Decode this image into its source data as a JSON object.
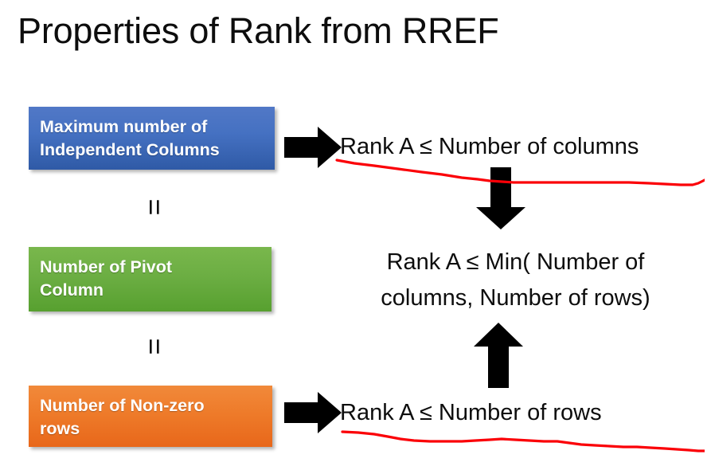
{
  "slide": {
    "title": "Properties of Rank from RREF",
    "background_color": "#ffffff"
  },
  "boxes": [
    {
      "id": "maximum-independent-columns",
      "color_name": "blue",
      "color": "#2f5aa6",
      "lines": [
        "Maximum number of",
        "Independent Columns"
      ]
    },
    {
      "id": "number-of-pivot-column",
      "color_name": "green",
      "color": "#6cae43",
      "lines": [
        "Number of Pivot",
        "Column"
      ]
    },
    {
      "id": "number-of-non-zero-rows",
      "color_name": "orange",
      "color": "#ee7b2a",
      "lines": [
        "Number of Non-zero",
        "rows"
      ]
    }
  ],
  "equality_symbols": {
    "top": "=",
    "bottom": "="
  },
  "equations": {
    "top": "Rank A ≤ Number of columns",
    "middle": "Rank A ≤ Min( Number of columns, Number of rows)",
    "bottom": "Rank A ≤ Number of rows"
  },
  "arrows": {
    "top_right": "arrow-right-icon",
    "bottom_right": "arrow-right-icon",
    "down": "arrow-down-icon",
    "up": "arrow-up-icon"
  },
  "annotations": {
    "color": "#fb0007",
    "underline_top": "hand-drawn red underline beneath top equation",
    "underline_bottom": "hand-drawn red underline beneath bottom equation"
  }
}
